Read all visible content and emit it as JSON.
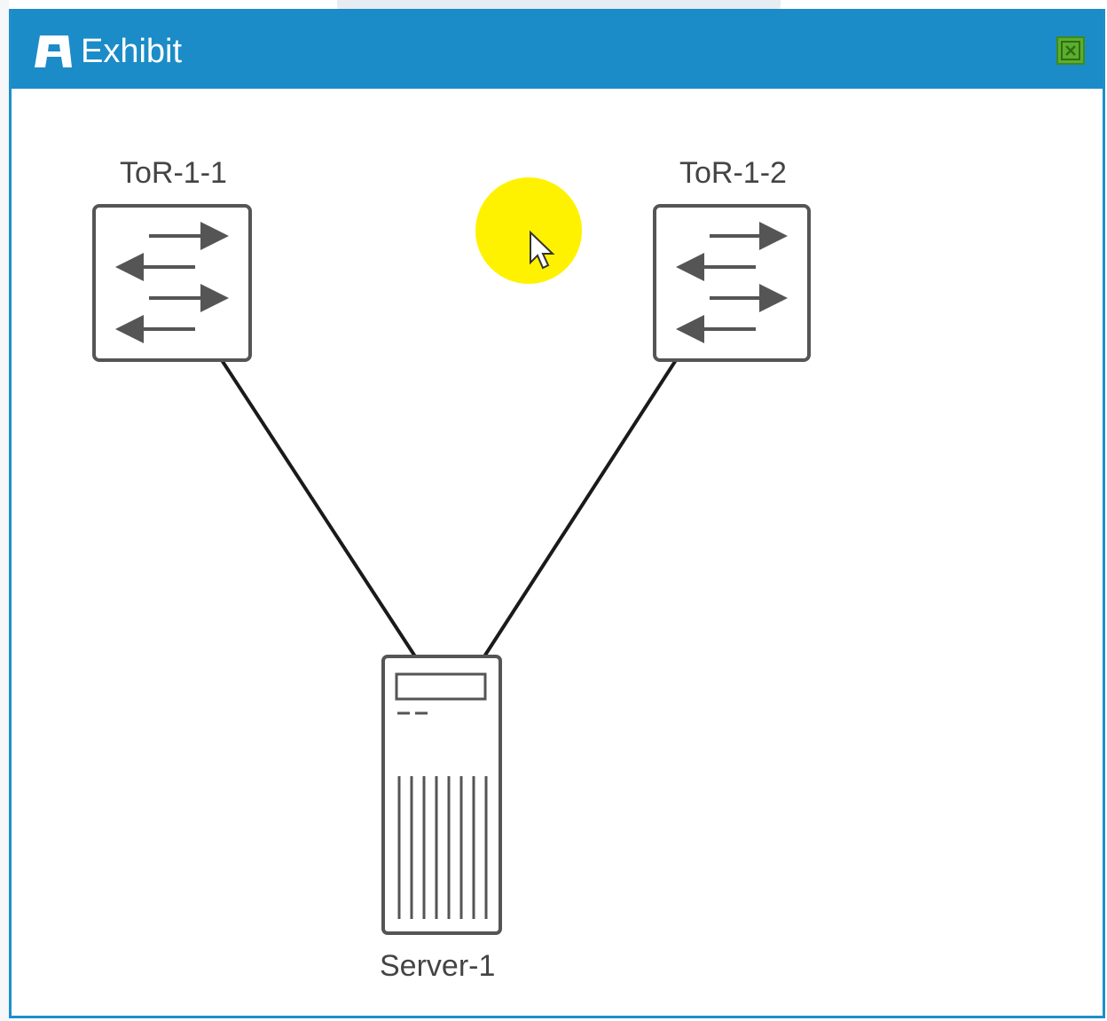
{
  "window": {
    "title": "Exhibit",
    "title_icon": "exhibit-icon",
    "close_icon": "close-icon",
    "accent_color": "#1b8cc8"
  },
  "diagram": {
    "nodes": [
      {
        "id": "tor-1-1",
        "label": "ToR-1-1",
        "kind": "switch"
      },
      {
        "id": "tor-1-2",
        "label": "ToR-1-2",
        "kind": "switch"
      },
      {
        "id": "server-1",
        "label": "Server-1",
        "kind": "server"
      }
    ],
    "links": [
      {
        "from": "tor-1-1",
        "to": "server-1"
      },
      {
        "from": "tor-1-2",
        "to": "server-1"
      }
    ]
  },
  "cursor": {
    "highlight_color": "#fff200"
  }
}
